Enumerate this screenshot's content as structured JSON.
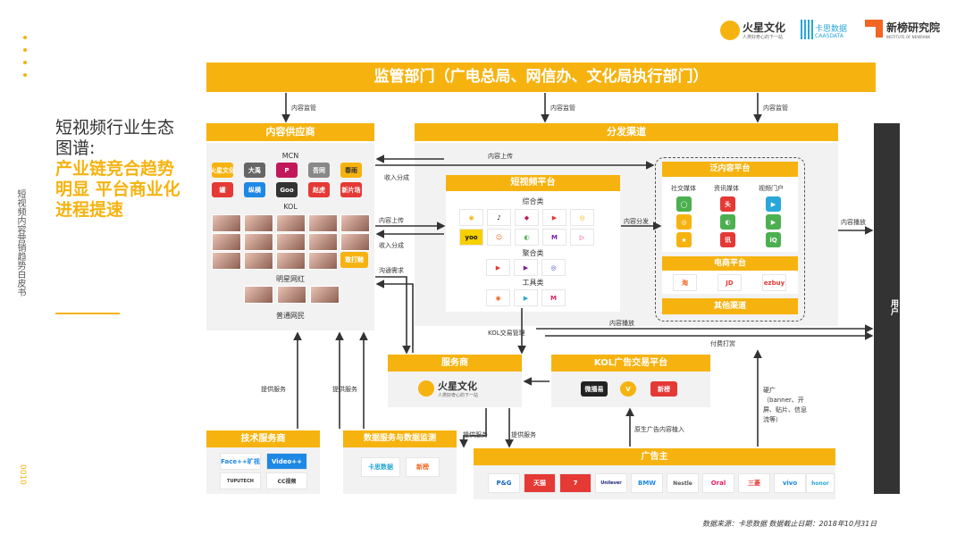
{
  "header": {
    "logo1_name": "火星文化",
    "logo1_slogan": "人类好奇心的下一站",
    "logo2_name": "卡思数据",
    "logo2_en": "CAASDATA",
    "logo3_name": "新榜研究院",
    "logo3_en": "INSTITUTE OF NEWRANK"
  },
  "sidebar": {
    "title_black": "短视频行业生态图谱:",
    "title_orange": "产业链竞合趋势明显 平台商业化进程提速",
    "vertical_text": "短视频内容营销趋势白皮书"
  },
  "boxes": {
    "regulator": "监管部门（广电总局、网信办、文化局执行部门）",
    "content_supplier": "内容供应商",
    "distribution": "分发渠道",
    "pan_content": "泛内容平台",
    "short_video": "短视频平台",
    "ecommerce": "电商平台",
    "other_channel": "其他渠道",
    "service_provider": "服务商",
    "kol_platform": "KOL广告交易平台",
    "tech_provider": "技术服务商",
    "data_service": "数据服务与数据监测",
    "advertiser": "广告主",
    "user": "用户"
  },
  "supplier": {
    "mcn": "MCN",
    "kol": "KOL",
    "star": "明星网红",
    "common": "普通网民",
    "mcn_logos": [
      "火星文化",
      "大禹",
      "P",
      "吾同",
      "春雨",
      "罐",
      "纵横",
      "Goo",
      "赵虎",
      "新片场"
    ],
    "kol_badge": "敢打赌"
  },
  "pan": {
    "col1": "社交媒体",
    "col2": "资讯媒体",
    "col3": "视频门户",
    "ecom_logos": [
      "淘",
      "JD",
      "ezbuy"
    ]
  },
  "shortvideo": {
    "cat1": "综合类",
    "cat2": "聚合类",
    "cat3": "工具类"
  },
  "service": {
    "logo_name": "火星文化",
    "logo_slogan": "人类好奇心的下一站"
  },
  "kol_logos": [
    "微播易",
    "V",
    "新榜"
  ],
  "tech_logos": [
    "Face++旷视",
    "Video++",
    "TUPUTECH",
    "CC视频"
  ],
  "data_logos": [
    "卡思数据",
    "新榜"
  ],
  "advertiser_logos": [
    "P&G",
    "天猫",
    "7",
    "Unilever",
    "BMW",
    "Nestle",
    "Oral",
    "三菱",
    "vivo",
    "honor"
  ],
  "edges": {
    "reg_to_supplier": "内容监管",
    "reg_to_dist": "内容监管",
    "reg_to_dist2": "内容监管",
    "content_upload": "内容上传",
    "income_share": "收入分成",
    "content_upload2": "内容上传",
    "income_share2": "收入分成",
    "comm_needs": "沟通需求",
    "content_dist": "内容分发",
    "content_play": "内容播放",
    "content_play2": "内容播放",
    "kol_trade": "KOL交易管理",
    "pay": "付费打赏",
    "tech_service": "提供服务",
    "data_service": "提供服务",
    "svc1": "提供服务",
    "svc2": "提供服务",
    "native_ad": "原生广告内容植入",
    "ad_forms": "硬广（banner、开屏、贴片、信息流等）"
  },
  "footer": {
    "source": "数据来源：卡思数据    数据截止日期：2018年10月31日",
    "page": "0010"
  },
  "colors": {
    "orange": "#f6b310",
    "panel": "#f2f2f2",
    "dark": "#333333"
  }
}
